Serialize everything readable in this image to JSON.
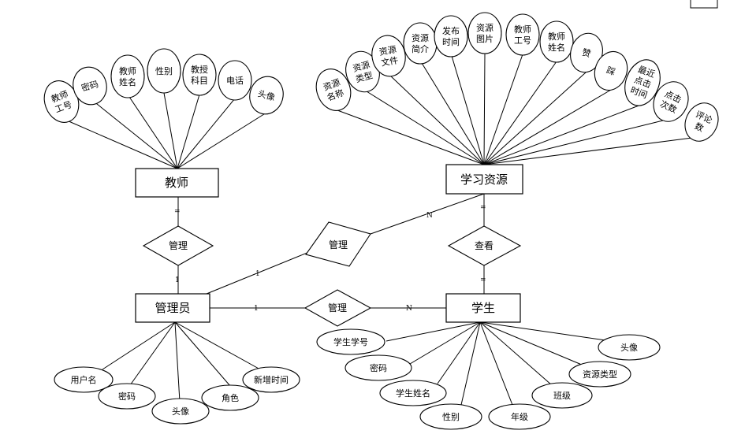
{
  "entities": {
    "teacher": "教师",
    "resource": "学习资源",
    "admin": "管理员",
    "student": "学生"
  },
  "relationships": {
    "manage_teacher": "管理",
    "manage_resource": "管理",
    "manage_student": "管理",
    "view": "查看"
  },
  "cardinalities": {
    "admin_resource_1": "1",
    "admin_resource_n": "N",
    "admin_student_1": "1",
    "admin_student_n": "N",
    "teacher_bottom": "=",
    "admin_top": "1",
    "resource_bottom": "=",
    "student_top": "="
  },
  "teacher_attributes": [
    "教师工号",
    "密码",
    "教师姓名",
    "性别",
    "教授科目",
    "电话",
    "头像"
  ],
  "resource_attributes": [
    "资源名称",
    "资源类型",
    "资源文件",
    "资源简介",
    "发布时间",
    "资源图片",
    "教师工号",
    "教师姓名",
    "赞",
    "踩",
    "最近点击时间",
    "点击次数",
    "评论数"
  ],
  "admin_attributes": [
    "用户名",
    "密码",
    "头像",
    "角色",
    "新增时间"
  ],
  "student_attributes": [
    "学生学号",
    "密码",
    "学生姓名",
    "性别",
    "年级",
    "班级",
    "资源类型",
    "头像"
  ]
}
